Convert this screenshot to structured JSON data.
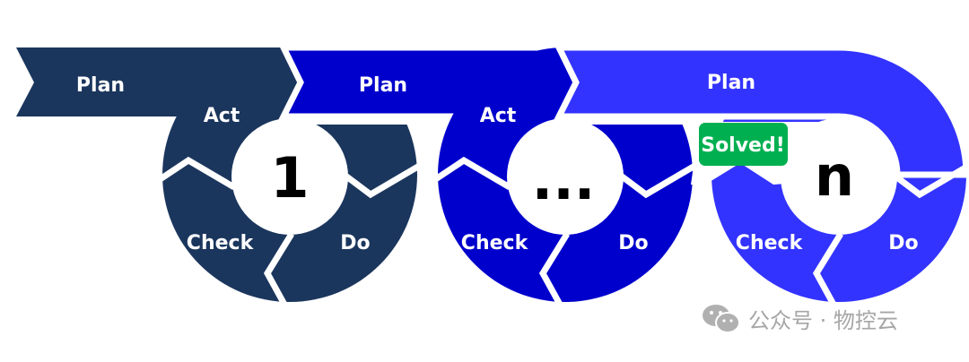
{
  "colors": {
    "cycle1": "#1b365d",
    "cycle2": "#0000cc",
    "cycle3": "#3333ff",
    "solved": "#00b050"
  },
  "cycles": [
    {
      "plan": "Plan",
      "act": "Act",
      "check": "Check",
      "do": "Do",
      "number": "1"
    },
    {
      "plan": "Plan",
      "act": "Act",
      "check": "Check",
      "do": "Do",
      "number": "..."
    },
    {
      "plan": "Plan",
      "check": "Check",
      "do": "Do",
      "number": "n"
    }
  ],
  "badge": "Solved!",
  "watermark": {
    "icon": "wechat-icon",
    "text": "公众号 · 物控云"
  }
}
